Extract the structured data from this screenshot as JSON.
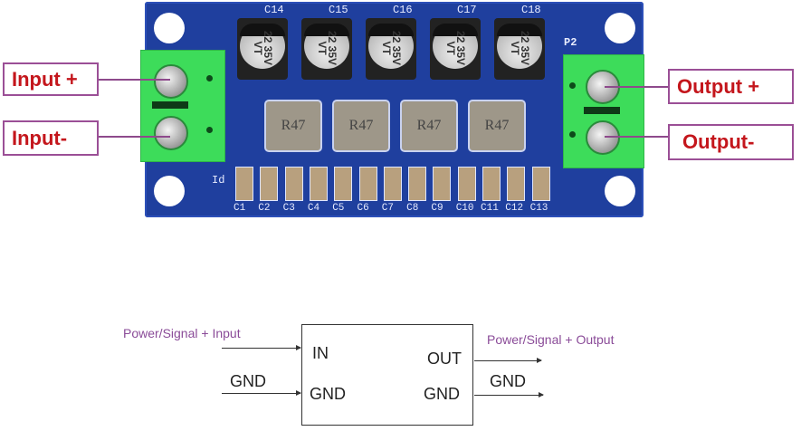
{
  "board": {
    "electrolytic_caps": [
      {
        "ref": "C14",
        "marking": "22 35V VT"
      },
      {
        "ref": "C15",
        "marking": "22 35V VT"
      },
      {
        "ref": "C16",
        "marking": "22 35V VT"
      },
      {
        "ref": "C17",
        "marking": "22 35V VT"
      },
      {
        "ref": "C18",
        "marking": "22 35V VT"
      }
    ],
    "inductors": [
      "R47",
      "R47",
      "R47",
      "R47"
    ],
    "smd_caps": [
      "C1",
      "C2",
      "C3",
      "C4",
      "C5",
      "C6",
      "C7",
      "C8",
      "C9",
      "C10",
      "C11",
      "C12",
      "C13"
    ],
    "silk_p2": "P2",
    "silk_id": "Id"
  },
  "callouts": {
    "input_plus": "Input +",
    "input_minus": "Input-",
    "output_plus": "Output +",
    "output_minus": "Output-"
  },
  "diagram": {
    "input_label": "Power/Signal + Input",
    "output_label": "Power/Signal + Output",
    "left_gnd": "GND",
    "right_gnd": "GND",
    "box_in": "IN",
    "box_gnd_left": "GND",
    "box_out": "OUT",
    "box_gnd_right": "GND"
  },
  "colors": {
    "pcb": "#1f3f9e",
    "terminal": "#3ddc5a",
    "callout_text": "#c4161c",
    "callout_border": "#9b4f96",
    "diagram_label": "#8a4b98"
  }
}
